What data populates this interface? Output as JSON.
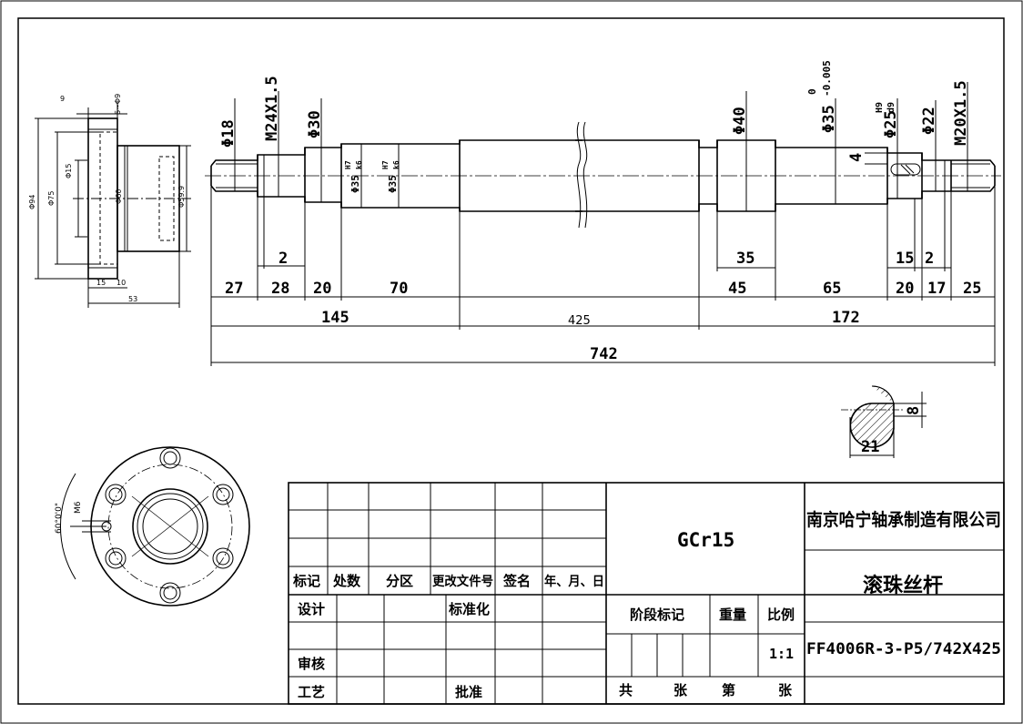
{
  "flange_side": {
    "top_labels": [
      "9",
      "6~Φ9"
    ],
    "labels": [
      "Φ94",
      "Φ75",
      "Φ15",
      "Φ60",
      "Φ59.9"
    ],
    "bottom_labels": [
      "15",
      "10",
      "53"
    ]
  },
  "shaft": {
    "diameter_labels": [
      "Φ18",
      "M24X1.5",
      "Φ30",
      "Φ40",
      "Φ35",
      "0",
      "-0.005",
      "Φ25",
      "H9",
      "d9",
      "Φ22",
      "M20X1.5"
    ],
    "fit_labels": [
      "Φ35",
      "H7",
      "k6",
      "Φ35",
      "H7",
      "k6"
    ],
    "key_label": "4",
    "seg_small": [
      "2",
      "35",
      "15",
      "2"
    ],
    "seg_row": [
      "27",
      "28",
      "20",
      "70",
      "45",
      "65",
      "20",
      "17",
      "25"
    ],
    "group_row": [
      "145",
      "425",
      "172"
    ],
    "total": "742"
  },
  "section": {
    "labels": [
      "8",
      "21"
    ]
  },
  "flange_front": {
    "labels": [
      "60°0'0\"",
      "M6"
    ]
  },
  "title_block": {
    "material": "GCr15",
    "company": "南京哈宁轴承制造有限公司",
    "part_name": "滚珠丝杆",
    "drawing_no": "FF4006R-3-P5/742X425",
    "headers": [
      "标记",
      "处数",
      "分区",
      "更改文件号",
      "签名",
      "年、月、日"
    ],
    "design": "设计",
    "standardize": "标准化",
    "review": "审核",
    "process": "工艺",
    "approve": "批准",
    "stage_mark": "阶段标记",
    "weight": "重量",
    "scale": "比例",
    "scale_value": "1:1",
    "total_sheets": "共",
    "sheets": "张",
    "sheet_no": "第",
    "sheet": "张"
  }
}
